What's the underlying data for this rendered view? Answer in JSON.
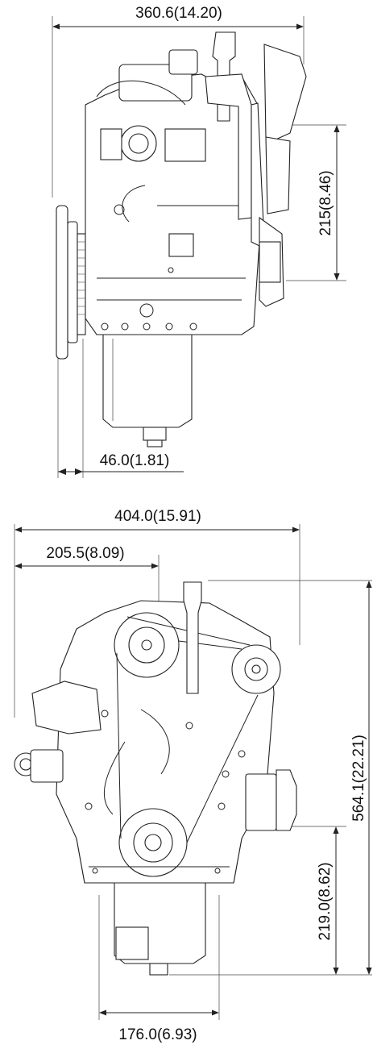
{
  "side_view": {
    "width_label": "360.6(14.20)",
    "height_label": "215(8.46)",
    "offset_label": "46.0(1.81)"
  },
  "front_view": {
    "width_label": "404.0(15.91)",
    "center_label": "205.5(8.09)",
    "height_label": "564.1(22.21)",
    "crank_height_label": "219.0(8.62)",
    "base_label": "176.0(6.93)"
  },
  "colors": {
    "line": "#222222",
    "background": "#ffffff"
  }
}
